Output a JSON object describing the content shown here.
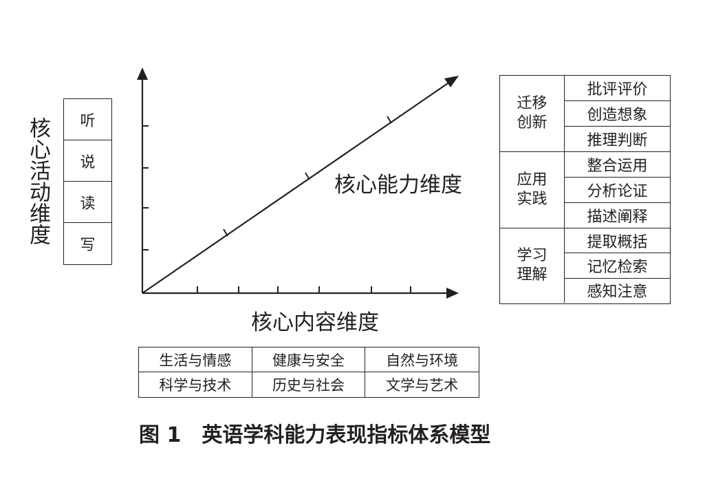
{
  "activity_dimension": {
    "label": "核心活动维度",
    "items": [
      "听",
      "说",
      "读",
      "写"
    ]
  },
  "ability_dimension": {
    "label": "核心能力维度",
    "levels": [
      {
        "name": "迁移创新",
        "items": [
          "批评评价",
          "创造想象",
          "推理判断"
        ]
      },
      {
        "name": "应用实践",
        "items": [
          "整合运用",
          "分析论证",
          "描述阐释"
        ]
      },
      {
        "name": "学习理解",
        "items": [
          "提取概括",
          "记忆检索",
          "感知注意"
        ]
      }
    ]
  },
  "content_dimension": {
    "label": "核心内容维度",
    "items": [
      [
        "生活与情感",
        "健康与安全",
        "自然与环境"
      ],
      [
        "科学与技术",
        "历史与社会",
        "文学与艺术"
      ]
    ]
  },
  "caption": {
    "number": "图 1",
    "title": "英语学科能力表现指标体系模型"
  }
}
